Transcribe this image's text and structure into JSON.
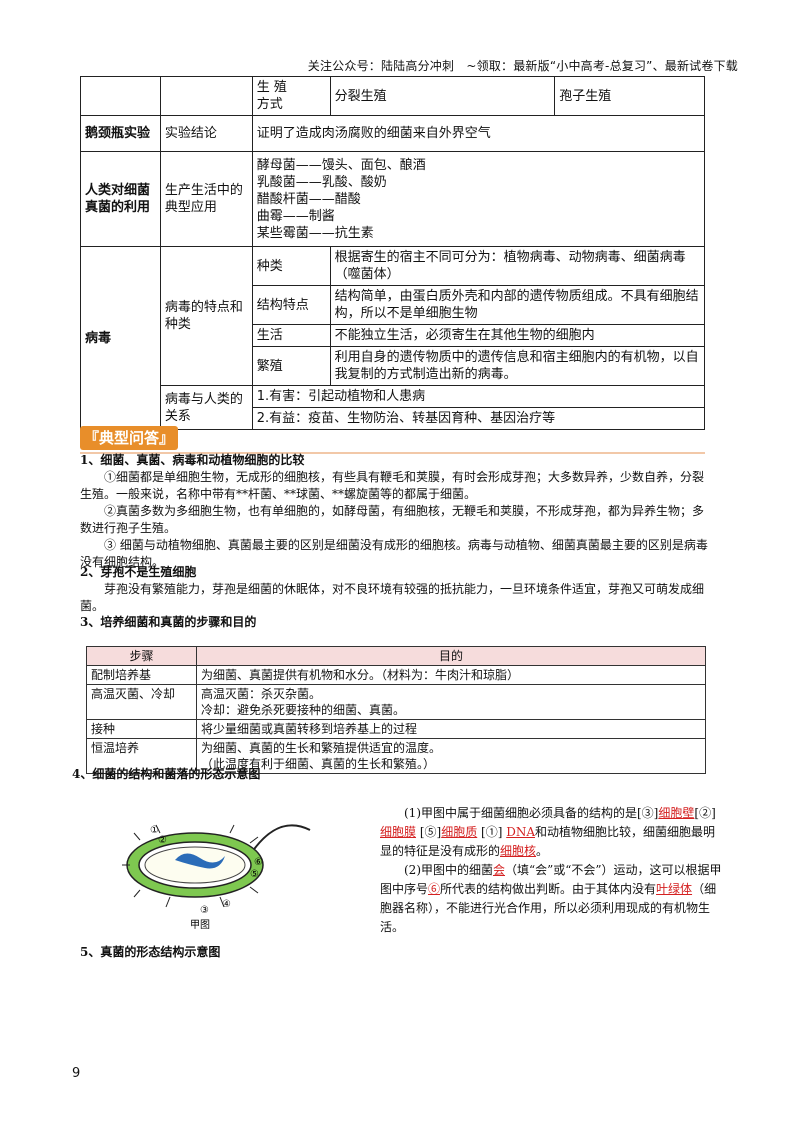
{
  "header": {
    "text": "关注公众号：陆陆高分冲刺　~领取：最新版“小中高考-总复习”、最新试卷下载"
  },
  "table": {
    "row_repro": {
      "label": "生 殖\n方式",
      "bacteria": "分裂生殖",
      "fungi": "孢子生殖"
    },
    "row_flask": {
      "category": "鹅颈瓶实验",
      "item": "实验结论",
      "content": "证明了造成肉汤腐败的细菌来自外界空气"
    },
    "row_use": {
      "category": "人类对细菌 真菌的利用",
      "item": "生产生活中的典型应用",
      "lines": [
        "酵母菌——馒头、面包、酿酒",
        "乳酸菌——乳酸、酸奶",
        "醋酸杆菌——醋酸",
        "曲霉——制酱",
        "某些霉菌——抗生素"
      ]
    },
    "virus": {
      "category": "病毒",
      "group1": "病毒的特点和种类",
      "types_label": "种类",
      "types": "根据寄生的宿主不同可分为：植物病毒、动物病毒、细菌病毒（噬菌体）",
      "struct_label": "结构特点",
      "struct": "结构简单，由蛋白质外壳和内部的遗传物质组成。不具有细胞结构，所以不是单细胞生物",
      "life_label": "生活",
      "life": "不能独立生活，必须寄生在其他生物的细胞内",
      "repro_label": "繁殖",
      "repro": "利用自身的遗传物质中的遗传信息和宿主细胞内的有机物，以自我复制的方式制造出新的病毒。",
      "group2": "病毒与人类的关系",
      "harm": "1.有害：引起动植物和人患病",
      "benefit": "2.有益：疫苗、生物防治、转基因育种、基因治疗等"
    }
  },
  "banner": "『典型问答』",
  "q1": {
    "title": "1、细菌、真菌、病毒和动植物细胞的比较",
    "p1": "①细菌都是单细胞生物，无成形的细胞核，有些具有鞭毛和荚膜，有时会形成芽孢；大多数异养，少数自养，分裂生殖。一般来说，名称中带有**杆菌、**球菌、**螺旋菌等的都属于细菌。",
    "p2": "②真菌多数为多细胞生物，也有单细胞的，如酵母菌，有细胞核，无鞭毛和荚膜，不形成芽孢，都为异养生物；多数进行孢子生殖。",
    "p3": "③ 细菌与动植物细胞、真菌最主要的区别是细菌没有成形的细胞核。病毒与动植物、细菌真菌最主要的区别是病毒没有细胞结构。"
  },
  "q2": {
    "title": "2、芽孢不是生殖细胞",
    "p1": "芽孢没有繁殖能力，芽孢是细菌的休眠体，对不良环境有较强的抵抗能力，一旦环境条件适宜，芽孢又可萌发成细菌。"
  },
  "q3": {
    "title": "3、培养细菌和真菌的步骤和目的",
    "headers": [
      "步骤",
      "目的"
    ],
    "rows": [
      {
        "step": "配制培养基",
        "purpose": "为细菌、真菌提供有机物和水分。（材料为：牛肉汁和琼脂）"
      },
      {
        "step": "高温灭菌、冷却",
        "purpose": "高温灭菌：杀灭杂菌。\n冷却：避免杀死要接种的细菌、真菌。"
      },
      {
        "step": "接种",
        "purpose": "将少量细菌或真菌转移到培养基上的过程"
      },
      {
        "step": "恒温培养",
        "purpose": "为细菌、真菌的生长和繁殖提供适宜的温度。\n（此温度有利于细菌、真菌的生长和繁殖。）"
      }
    ]
  },
  "q4": {
    "title": "4、细菌的结构和菌落的形态示意图",
    "figure_caption": "甲图",
    "labels": [
      "①",
      "②",
      "③",
      "④",
      "⑤",
      "⑥"
    ],
    "a1_pre": "(1)甲图中属于细菌细胞必须具备的结构的是[③]",
    "a1_ans1": "细胞壁",
    "a1_mid1": "[②]",
    "a1_ans2": "细胞膜",
    "a1_mid2": " [⑤]",
    "a1_ans3": "细胞质",
    "a1_mid3": " [①] ",
    "a1_ans4": "DNA",
    "a1_post": "和动植物细胞比较，细菌细胞最明显的特征是没有成形的",
    "a1_ans5": "细胞核",
    "a2_pre": "(2)甲图中的细菌",
    "a2_ans1": "会",
    "a2_mid": "（填“会”或“不会”）运动，这可以根据甲图中序号",
    "a2_ans2": "⑥",
    "a2_post": "所代表的结构做出判断。由于其体内没有",
    "a2_ans3": "叶绿体",
    "a2_end": "（细胞器名称），不能进行光合作用，所以必须利用现成的有机物生活。"
  },
  "q5": {
    "title": "5、真菌的形态结构示意图"
  },
  "page_number": "9",
  "colors": {
    "banner": "#e88e2a",
    "answer": "#d42020",
    "table_header": "#f6dcdc"
  }
}
